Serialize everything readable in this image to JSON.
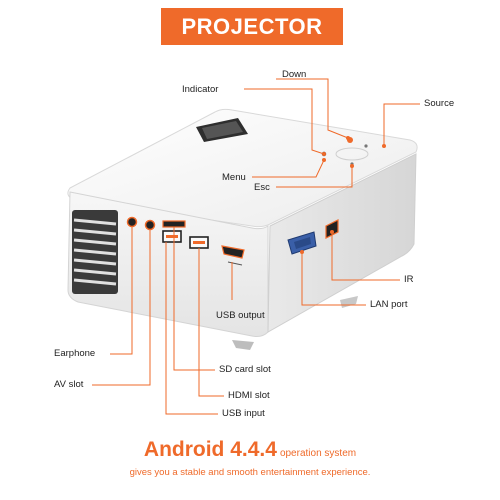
{
  "title": "PROJECTOR",
  "labels": {
    "down": "Down",
    "indicator": "Indicator",
    "source": "Source",
    "menu": "Menu",
    "esc": "Esc",
    "ir": "IR",
    "lan_port": "LAN port",
    "usb_output": "USB output",
    "earphone": "Earphone",
    "sd_card_slot": "SD card slot",
    "av_slot": "AV slot",
    "hdmi_slot": "HDMI slot",
    "usb_input": "USB input"
  },
  "footer": {
    "headline": "Android 4.4.4",
    "headline_suffix": "operation system",
    "tagline": "gives you a stable and smooth entertainment experience."
  },
  "colors": {
    "accent": "#ef6a2a",
    "banner_text": "#ffffff"
  }
}
